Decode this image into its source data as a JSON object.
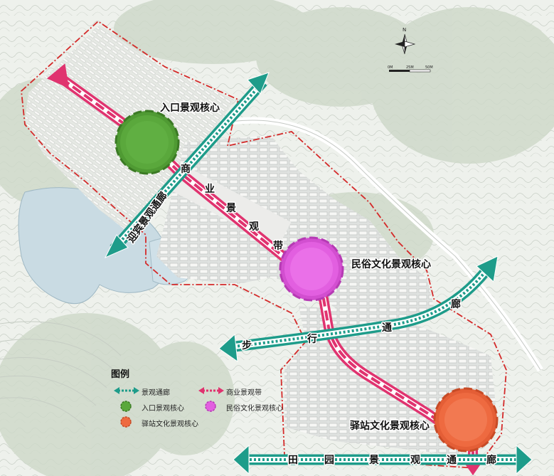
{
  "compass": {
    "north_letter": "N",
    "scale_labels": [
      "0M",
      "25M",
      "50M"
    ]
  },
  "cores": {
    "entrance": "入口景观核心",
    "folk": "民俗文化景观核心",
    "station": "驿站文化景观核心"
  },
  "corridors": {
    "commercial_chars": [
      "商",
      "业",
      "景",
      "观",
      "带"
    ],
    "welcome": "迎宾景观通廊",
    "walk_chars": [
      "步",
      "行",
      "通",
      "廊"
    ],
    "field_chars": [
      "田",
      "园",
      "景",
      "观",
      "通",
      "廊"
    ]
  },
  "legend": {
    "title": "图例",
    "items": [
      {
        "label": "景观通廊",
        "symbol": "teal-double-arrow"
      },
      {
        "label": "商业景观带",
        "symbol": "magenta-double-arrow"
      },
      {
        "label": "入口景观核心",
        "symbol": "green-circle"
      },
      {
        "label": "民俗文化景观核心",
        "symbol": "magenta-circle"
      },
      {
        "label": "驿站文化景观核心",
        "symbol": "orange-circle"
      }
    ]
  },
  "colors": {
    "teal": "#1e9c8a",
    "magenta": "#e0336f",
    "green_core": "#5aa83c",
    "folk_core": "#e25fe0",
    "station_core": "#ee6a40",
    "boundary": "#d42a2a",
    "water": "#c9dbe3"
  }
}
